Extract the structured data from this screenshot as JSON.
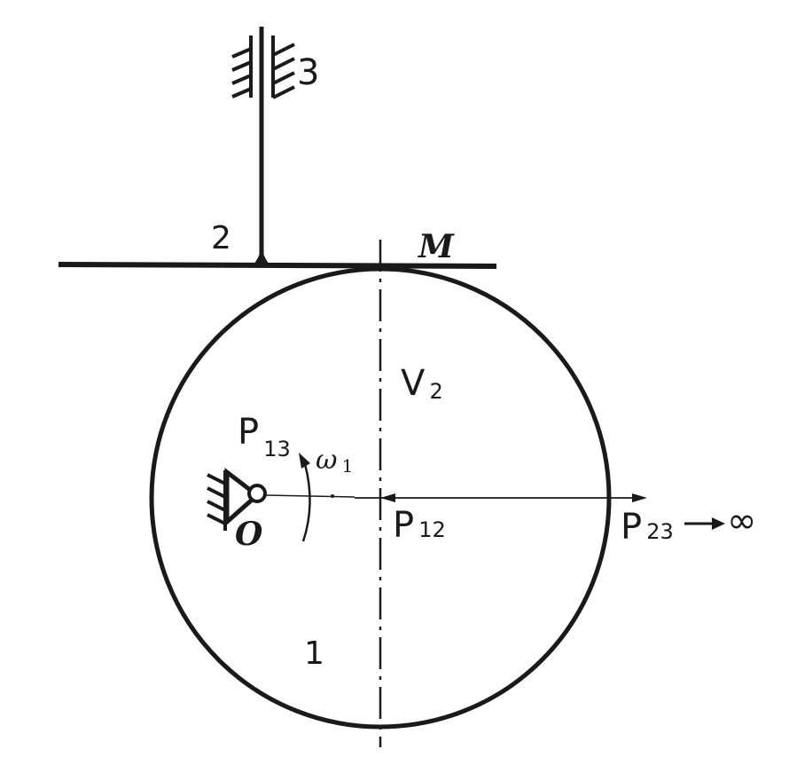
{
  "labels": {
    "link_3": "3",
    "link_2": "2",
    "point_m": "M",
    "velocity_main": "V",
    "velocity_sub": "2",
    "p13_main": "P",
    "p13_sub": "13",
    "omega_main": "ω",
    "omega_sub": "1",
    "pivot_o": "O",
    "p12_main": "P",
    "p12_sub": "12",
    "p23_main": "P",
    "p23_sub": "23",
    "infinity": "∞",
    "link_1": "1"
  }
}
